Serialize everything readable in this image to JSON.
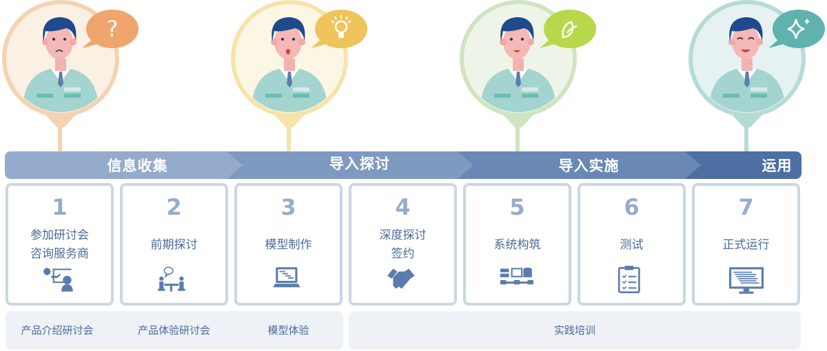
{
  "phases": [
    {
      "label": "信息收集",
      "color": "#95abcb"
    },
    {
      "label": "导入探讨",
      "color": "#7f9ac0"
    },
    {
      "label": "导入实施",
      "color": "#6988b5"
    },
    {
      "label": "运用",
      "color": "#4d6fa2"
    }
  ],
  "personas": [
    {
      "mood": "confused",
      "icon": "question-icon",
      "symbol": "?",
      "ring": "#f5d2b0",
      "fill": "#fbf0e4",
      "bubble": "#efa56c"
    },
    {
      "mood": "surprised",
      "icon": "lightbulb-icon",
      "ring": "#f7e3a9",
      "fill": "#fcf6e4",
      "bubble": "#efc45c"
    },
    {
      "mood": "smiling",
      "icon": "leaf-icon",
      "ring": "#cfe4c1",
      "fill": "#eef5e8",
      "bubble": "#b7d84b"
    },
    {
      "mood": "happy",
      "icon": "sparkle-icon",
      "ring": "#b6dbd7",
      "fill": "#e6f2f1",
      "bubble": "#5fb2ad"
    }
  ],
  "steps": [
    {
      "num": "1",
      "lines": [
        "参加研讨会",
        "咨询服务商"
      ],
      "icon": "presentation-icon"
    },
    {
      "num": "2",
      "lines": [
        "前期探讨"
      ],
      "icon": "meeting-icon"
    },
    {
      "num": "3",
      "lines": [
        "模型制作"
      ],
      "icon": "laptop-icon"
    },
    {
      "num": "4",
      "lines": [
        "深度探讨",
        "签约"
      ],
      "icon": "handshake-icon"
    },
    {
      "num": "5",
      "lines": [
        "系统构筑"
      ],
      "icon": "server-network-icon"
    },
    {
      "num": "6",
      "lines": [
        "测试"
      ],
      "icon": "clipboard-checklist-icon"
    },
    {
      "num": "7",
      "lines": [
        "正式运行"
      ],
      "icon": "monitor-icon"
    }
  ],
  "activities": [
    "产品介绍研讨会",
    "产品体验研讨会",
    "模型体验",
    "实践培训"
  ]
}
